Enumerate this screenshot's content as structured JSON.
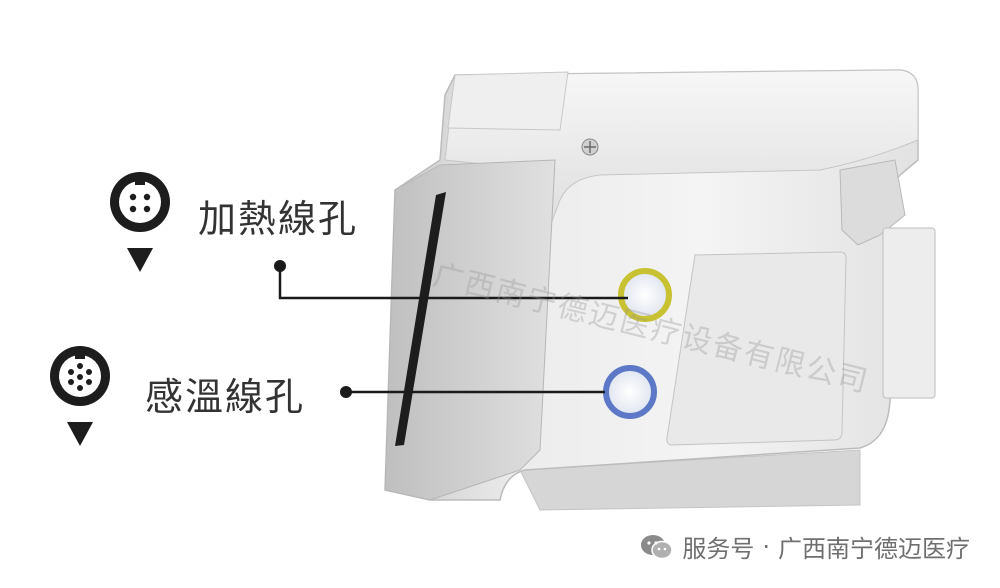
{
  "labels": {
    "heating_port": "加熱線孔",
    "sensor_port": "感溫線孔"
  },
  "watermark": "广西南宁德迈医疗设备有限公司",
  "footer": {
    "icon": "wechat-icon",
    "prefix": "服务号",
    "separator": "·",
    "account": "广西南宁德迈医疗"
  },
  "colors": {
    "heating_ring": "#c8c232",
    "sensor_ring": "#5c78c6",
    "label_text": "#333333",
    "footer_text": "#6f6f6f"
  }
}
